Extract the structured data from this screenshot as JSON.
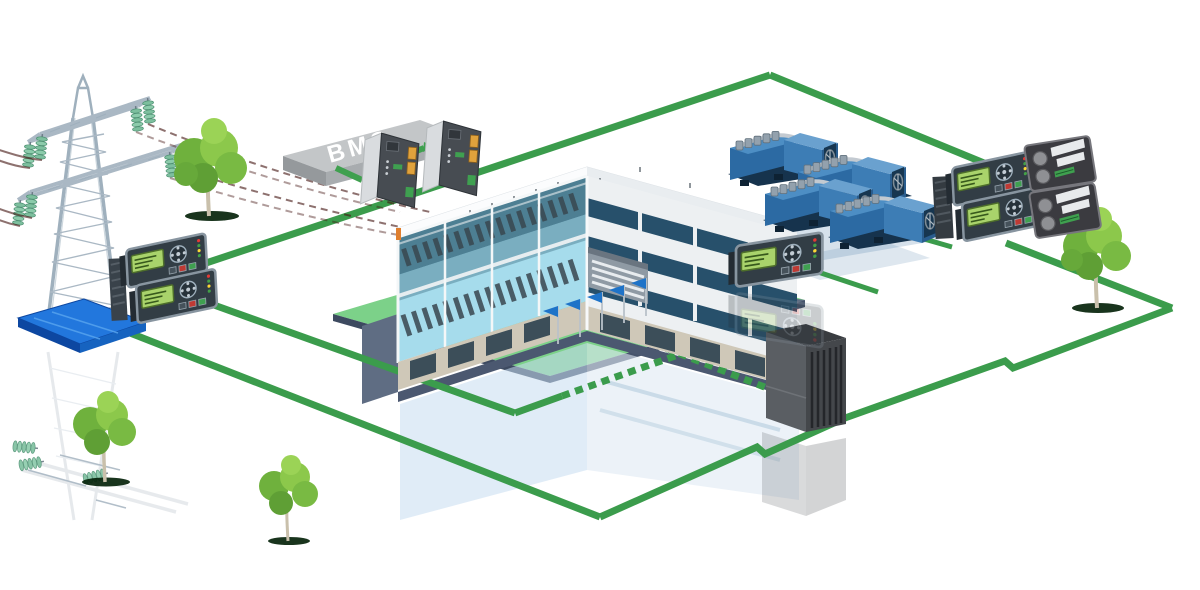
{
  "scene": {
    "title": "Power management system isometric overview",
    "background": "#ffffff"
  },
  "bms": {
    "label": "BMS"
  },
  "components": [
    {
      "id": "utility-pylon",
      "name": "high-voltage transmission tower on blue platform"
    },
    {
      "id": "grid-controller-stack",
      "name": "grid controllers with green LCD",
      "units": 2
    },
    {
      "id": "bms-gateways",
      "name": "BMS communication gateways",
      "units": 2
    },
    {
      "id": "bms-sign",
      "name": "gray BMS slab sign",
      "label": "BMS"
    },
    {
      "id": "office-building",
      "name": "L-shaped office building with glass data hall"
    },
    {
      "id": "flag-poles",
      "name": "blue flags on lawn",
      "units": 5
    },
    {
      "id": "mains-controller",
      "name": "controller between building and gensets",
      "units": 1
    },
    {
      "id": "genset-cluster",
      "name": "blue generator sets",
      "units": 4
    },
    {
      "id": "genset-controller-stack",
      "name": "genset controllers with green LCD",
      "units": 2
    },
    {
      "id": "annunciator-panels",
      "name": "dark annunciator panels with knobs",
      "units": 2
    },
    {
      "id": "ups-cabinet",
      "name": "dark ventilated cabinet",
      "units": 1
    },
    {
      "id": "trees",
      "name": "trees",
      "units": 4
    }
  ],
  "connections": [
    {
      "from": "grid-controller-stack",
      "to": "bms-gateways"
    },
    {
      "from": "bms-gateways",
      "to": "annunciator-panels"
    },
    {
      "from": "annunciator-panels",
      "to": "genset-controller-stack"
    },
    {
      "from": "genset-controller-stack",
      "to": "ups-cabinet"
    },
    {
      "from": "ups-cabinet",
      "to": "utility-pylon"
    },
    {
      "from": "grid-controller-stack",
      "to": "mains-controller"
    },
    {
      "from": "mains-controller",
      "to": "ups-cabinet"
    },
    {
      "from": "office-building",
      "to": "ups-cabinet"
    },
    {
      "from": "genset-cluster",
      "to": "genset-controller-stack"
    }
  ],
  "colors": {
    "line_green": "#3b9c4c",
    "lawn_green": "#7cd189",
    "plaza_slate": "#5f6d83",
    "platform_blue": "#1a6fd4",
    "genset_blue": "#3e7cb8",
    "lcd_green": "#a9d36b",
    "panel_dark": "#3b3b40",
    "slab_gray": "#c3c6c8",
    "wire_maroon": "#431310",
    "reflection_blue": "#c7ddf0"
  }
}
